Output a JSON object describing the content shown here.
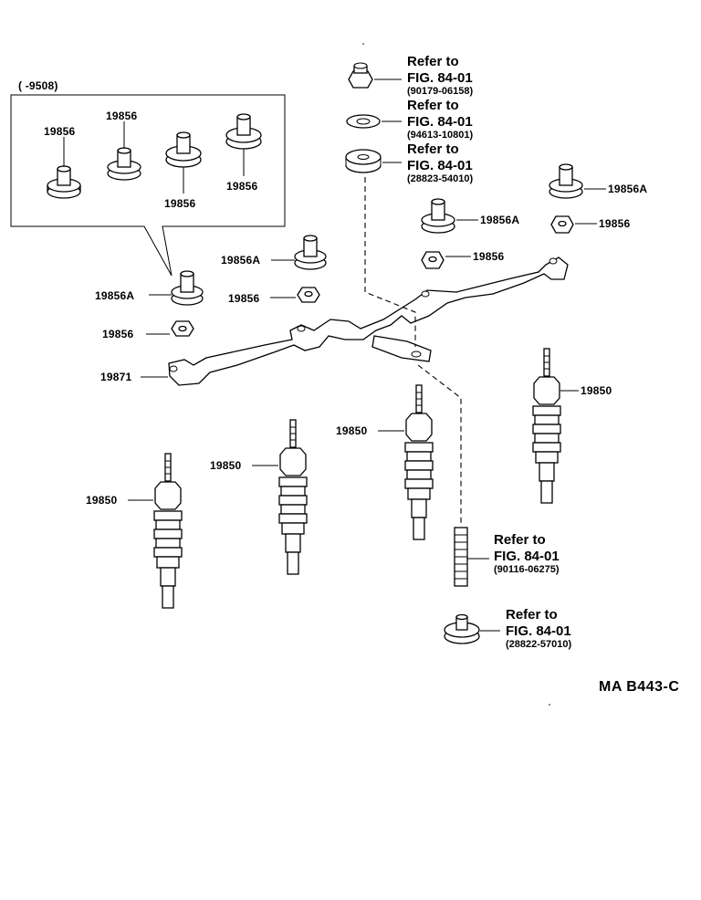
{
  "date_range_label": "(      -9508)",
  "inset_parts": [
    "19856",
    "19856",
    "19856",
    "19856"
  ],
  "callouts": {
    "nut_19856a_left": "19856A",
    "nut_19856_mid": "19856",
    "nut_19856_left": "19856",
    "bracket": "19871",
    "nut_19856a_right_top": "19856A",
    "nut_19856_right": "19856",
    "nut_19856a_center": "19856A",
    "nut_19856_center": "19856",
    "plug_left": "19850",
    "plug_center_left": "19850",
    "plug_center": "19850",
    "plug_right": "19850"
  },
  "references": [
    {
      "refer": "Refer to",
      "fig": "FIG. 84-01",
      "part": "(90179-06158)"
    },
    {
      "refer": "Refer to",
      "fig": "FIG. 84-01",
      "part": "(94613-10801)"
    },
    {
      "refer": "Refer to",
      "fig": "FIG. 84-01",
      "part": "(28823-54010)"
    },
    {
      "refer": "Refer to",
      "fig": "FIG. 84-01",
      "part": "(90116-06275)"
    },
    {
      "refer": "Refer to",
      "fig": "FIG. 84-01",
      "part": "(28822-57010)"
    }
  ],
  "diagram_code": "MA  B443-C"
}
